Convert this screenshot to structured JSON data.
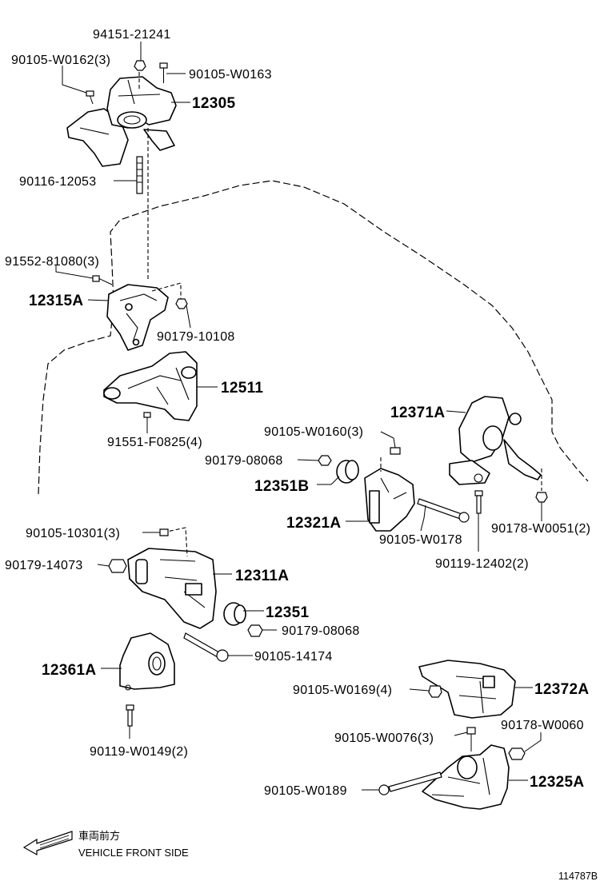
{
  "labels": {
    "p94151_21241": "94151-21241",
    "p90105_W0162": "90105-W0162(3)",
    "p90105_W0163": "90105-W0163",
    "p12305": "12305",
    "p90116_12053": "90116-12053",
    "p91552_81080": "91552-81080(3)",
    "p12315A": "12315A",
    "p90179_10108": "90179-10108",
    "p12511": "12511",
    "p91551_F0825": "91551-F0825(4)",
    "p90105_W0160": "90105-W0160(3)",
    "p12371A": "12371A",
    "p90179_08068_a": "90179-08068",
    "p12351B": "12351B",
    "p12321A": "12321A",
    "p90105_W0178": "90105-W0178",
    "p90178_W0051": "90178-W0051(2)",
    "p90119_12402": "90119-12402(2)",
    "p90105_10301": "90105-10301(3)",
    "p90179_14073": "90179-14073",
    "p12311A": "12311A",
    "p12351": "12351",
    "p90179_08068_b": "90179-08068",
    "p12361A": "12361A",
    "p90105_14174": "90105-14174",
    "p90105_W0169": "90105-W0169(4)",
    "p12372A": "12372A",
    "p90119_W0149": "90119-W0149(2)",
    "p90105_W0076": "90105-W0076(3)",
    "p90178_W0060": "90178-W0060",
    "p90105_W0189": "90105-W0189",
    "p12325A": "12325A"
  },
  "legend": {
    "direction_jp": "車両前方",
    "direction_en": "VEHICLE FRONT SIDE",
    "arrow_icon": "front-direction-arrow-icon"
  },
  "figure_id": "114787B"
}
